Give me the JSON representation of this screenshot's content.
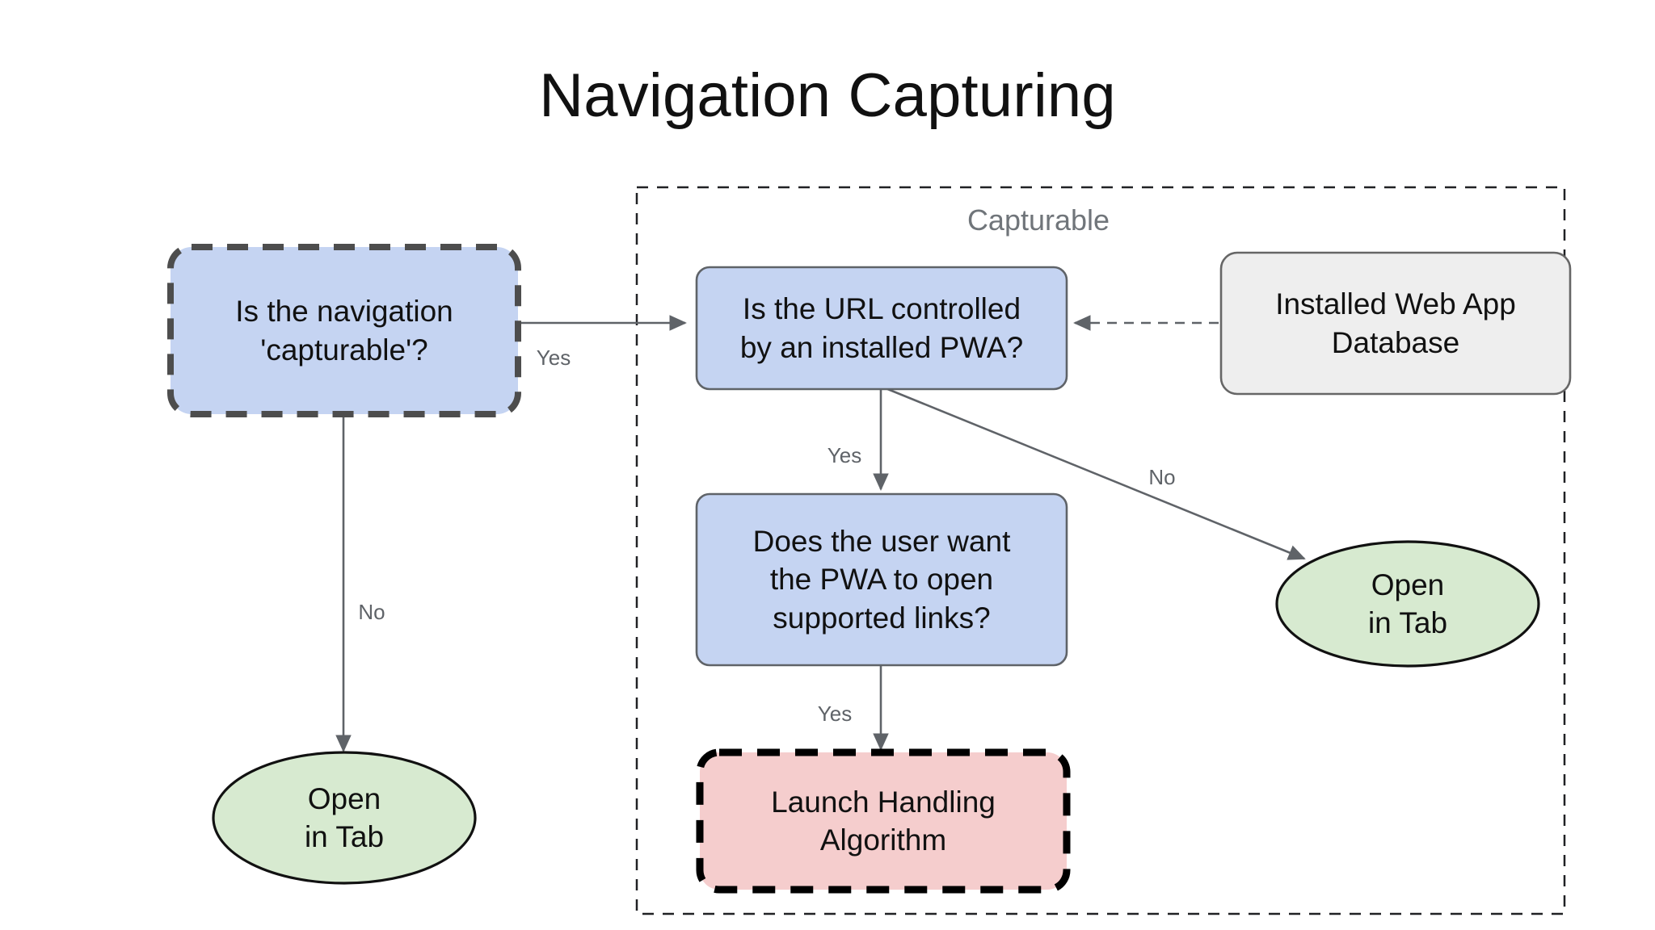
{
  "page": {
    "title": "Navigation Capturing",
    "background_color": "#ffffff"
  },
  "group": {
    "label": "Capturable",
    "label_color": "#70757a",
    "border_style": "dashed",
    "border_color": "#202124"
  },
  "palette": {
    "decision_fill": "#c5d4f2",
    "decision_stroke": "#5f6368",
    "highlight_stroke": "#4d4d4d",
    "terminal_fill": "#d7ead0",
    "terminal_stroke": "#111111",
    "algorithm_fill": "#f5cdcd",
    "algorithm_stroke": "#000000",
    "datastore_fill": "#eeeeee",
    "datastore_stroke": "#666666",
    "edge_color": "#5f6368",
    "text_color": "#111111",
    "edge_label_color": "#5f6368"
  },
  "nodes": [
    {
      "id": "is-navigation-capturable",
      "label": "Is the navigation\n'capturable'?",
      "shape": "rounded-rect",
      "fill": "#c5d4f2",
      "stroke": "#4d4d4d",
      "border": "dashed"
    },
    {
      "id": "is-url-controlled-by-pwa",
      "label": "Is the URL controlled\nby an installed PWA?",
      "shape": "rounded-rect",
      "fill": "#c5d4f2",
      "stroke": "#5f6368",
      "border": "solid"
    },
    {
      "id": "installed-web-app-database",
      "label": "Installed Web App\nDatabase",
      "shape": "rounded-rect",
      "fill": "#eeeeee",
      "stroke": "#666666",
      "border": "solid"
    },
    {
      "id": "does-user-want-pwa-open-links",
      "label": "Does the user want\nthe PWA to open\nsupported links?",
      "shape": "rounded-rect",
      "fill": "#c5d4f2",
      "stroke": "#5f6368",
      "border": "solid"
    },
    {
      "id": "launch-handling-algorithm",
      "label": "Launch Handling\nAlgorithm",
      "shape": "rounded-rect",
      "fill": "#f5cdcd",
      "stroke": "#000000",
      "border": "dashed"
    },
    {
      "id": "open-in-tab-left",
      "label": "Open\nin Tab",
      "shape": "ellipse",
      "fill": "#d7ead0",
      "stroke": "#111111",
      "border": "solid"
    },
    {
      "id": "open-in-tab-right",
      "label": "Open\nin Tab",
      "shape": "ellipse",
      "fill": "#d7ead0",
      "stroke": "#111111",
      "border": "solid"
    }
  ],
  "edges": [
    {
      "id": "capturable-yes",
      "from": "is-navigation-capturable",
      "to": "is-url-controlled-by-pwa",
      "label": "Yes",
      "style": "solid"
    },
    {
      "id": "capturable-no",
      "from": "is-navigation-capturable",
      "to": "open-in-tab-left",
      "label": "No",
      "style": "solid"
    },
    {
      "id": "url-controlled-yes",
      "from": "is-url-controlled-by-pwa",
      "to": "does-user-want-pwa-open-links",
      "label": "Yes",
      "style": "solid"
    },
    {
      "id": "url-controlled-no",
      "from": "is-url-controlled-by-pwa",
      "to": "open-in-tab-right",
      "label": "No",
      "style": "solid"
    },
    {
      "id": "user-want-links-yes",
      "from": "does-user-want-pwa-open-links",
      "to": "launch-handling-algorithm",
      "label": "Yes",
      "style": "solid"
    },
    {
      "id": "database-lookup",
      "from": "installed-web-app-database",
      "to": "is-url-controlled-by-pwa",
      "label": "",
      "style": "dashed"
    }
  ],
  "edge_labels": {
    "capturable_yes": "Yes",
    "capturable_no": "No",
    "url_controlled_yes": "Yes",
    "url_controlled_no": "No",
    "user_want_links_yes": "Yes"
  },
  "node_labels": {
    "is_navigation_capturable": "Is the navigation\n'capturable'?",
    "is_url_controlled_by_pwa": "Is the URL controlled\nby an installed PWA?",
    "installed_web_app_database": "Installed Web App\nDatabase",
    "does_user_want_pwa_open_links": "Does the user want\nthe PWA to open\nsupported links?",
    "launch_handling_algorithm": "Launch Handling\nAlgorithm",
    "open_in_tab_left": "Open\nin Tab",
    "open_in_tab_right": "Open\nin Tab"
  }
}
